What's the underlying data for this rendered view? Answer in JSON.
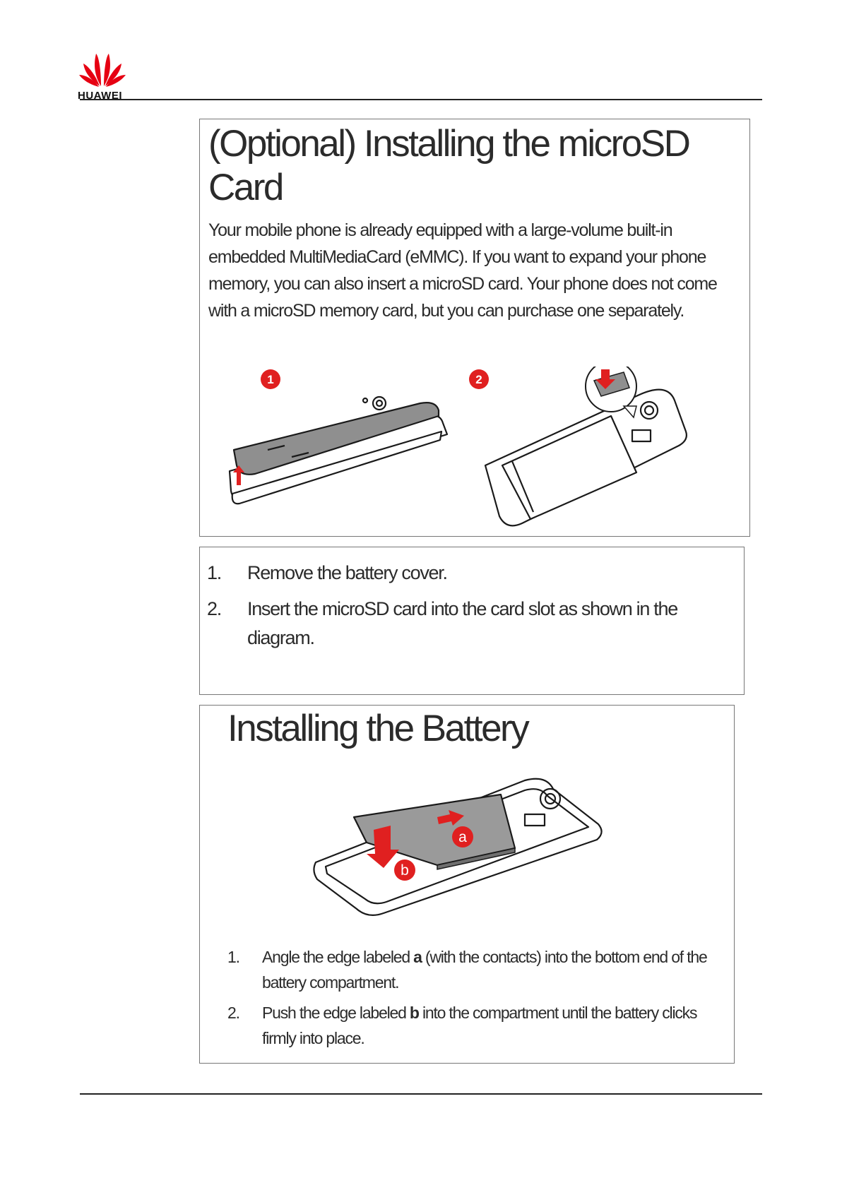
{
  "brand": {
    "name": "HUAWEI",
    "color": "#e60012"
  },
  "section1": {
    "title": "(Optional) Installing the microSD Card",
    "intro": "Your mobile phone is already equipped with a large-volume built-in embedded MultiMediaCard (eMMC). If you want to expand your phone memory, you can also insert a microSD card. Your phone does not come with a microSD memory card, but you can purchase one separately.",
    "figure_badges": [
      "1",
      "2"
    ],
    "steps": [
      {
        "num": "1.",
        "text": "Remove the battery cover."
      },
      {
        "num": "2.",
        "text": "Insert the microSD card into the card slot as shown in the diagram."
      }
    ]
  },
  "section2": {
    "title": "Installing the Battery",
    "figure_labels": [
      "a",
      "b"
    ],
    "steps": [
      {
        "num": "1.",
        "pre": "Angle the edge labeled ",
        "bold": "a",
        "post": " (with the contacts) into the bottom end of the battery compartment."
      },
      {
        "num": "2.",
        "pre": "Push the edge labeled ",
        "bold": "b",
        "post": " into the compartment until the battery clicks firmly into place."
      }
    ]
  },
  "colors": {
    "accent_red": "#e02020",
    "device_gray": "#8f8f8f",
    "outline": "#1a1a1a"
  }
}
